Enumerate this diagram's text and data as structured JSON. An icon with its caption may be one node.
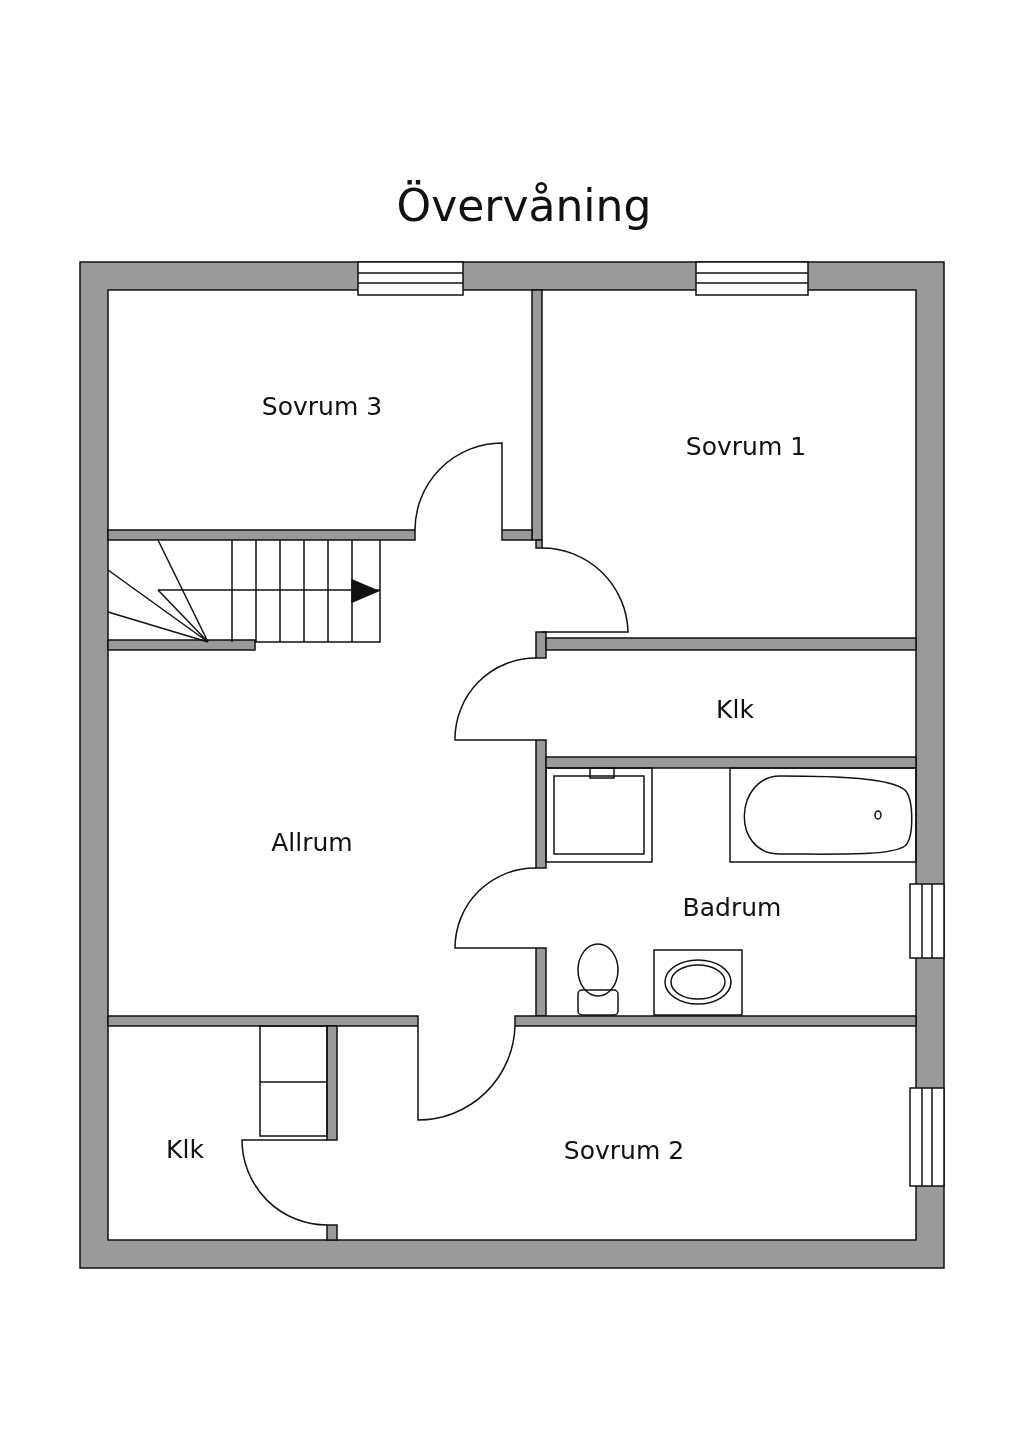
{
  "diagram": {
    "title": "Övervåning",
    "labels": [
      "Sovrum 3",
      "Sovrum 1",
      "Klk",
      "Allrum",
      "Badrum",
      "Klk",
      "Sovrum 2"
    ]
  }
}
